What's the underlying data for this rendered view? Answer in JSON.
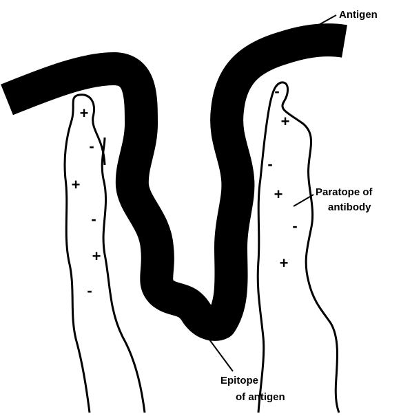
{
  "labels": {
    "antigen": "Antigen",
    "paratope_line1": "Paratope of",
    "paratope_line2": "antibody",
    "epitope_line1": "Epitope",
    "epitope_line2": "of antigen"
  },
  "charges": {
    "left_strand": [
      "+",
      "-",
      "+",
      "-",
      "+",
      "-"
    ],
    "right_strand": [
      "-",
      "+",
      "-",
      "+",
      "-",
      "+"
    ]
  }
}
